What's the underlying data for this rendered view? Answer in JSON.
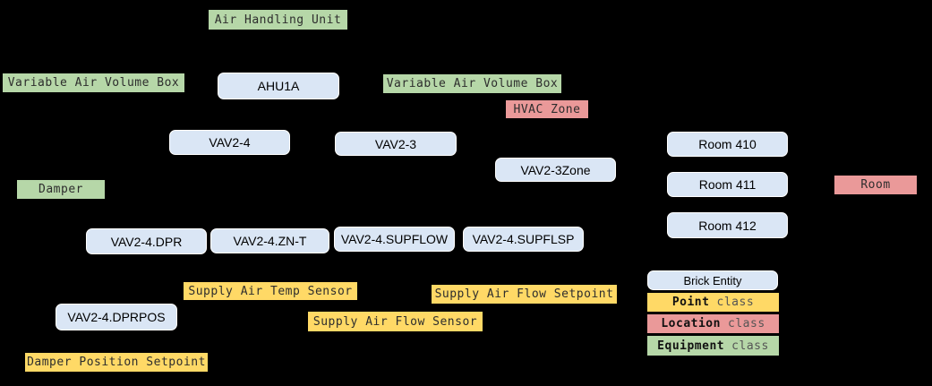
{
  "entities": {
    "ahu1a": "AHU1A",
    "vav2_4": "VAV2-4",
    "vav2_3": "VAV2-3",
    "vav2_3zone": "VAV2-3Zone",
    "room_410": "Room 410",
    "room_411": "Room 411",
    "room_412": "Room 412",
    "vav2_4_dpr": "VAV2-4.DPR",
    "vav2_4_zn_t": "VAV2-4.ZN-T",
    "vav2_4_supflow": "VAV2-4.SUPFLOW",
    "vav2_4_supflsp": "VAV2-4.SUPFLSP",
    "vav2_4_dprpos": "VAV2-4.DPRPOS"
  },
  "equipment_classes": {
    "air_handling_unit": "Air Handling Unit",
    "variable_air_volume_box_left": "Variable Air Volume Box",
    "variable_air_volume_box_right": "Variable Air Volume Box",
    "damper": "Damper"
  },
  "location_classes": {
    "hvac_zone": "HVAC Zone",
    "room": "Room"
  },
  "point_classes": {
    "supply_air_temp_sensor": "Supply Air Temp Sensor",
    "supply_air_flow_setpoint": "Supply Air Flow Setpoint",
    "supply_air_flow_sensor": "Supply Air Flow Sensor",
    "damper_position_setpoint": "Damper Position Setpoint"
  },
  "legend": {
    "brick_entity": "Brick Entity",
    "point_class_bold": "Point",
    "point_class_rest": "class",
    "location_class_bold": "Location",
    "location_class_rest": "class",
    "equipment_class_bold": "Equipment",
    "equipment_class_rest": "class"
  },
  "colors": {
    "background": "#000000",
    "entity_fill": "#dae6f5",
    "entity_border": "#ffffff",
    "point_fill": "#ffd966",
    "location_fill": "#ea9999",
    "equipment_fill": "#b6d7a8"
  }
}
